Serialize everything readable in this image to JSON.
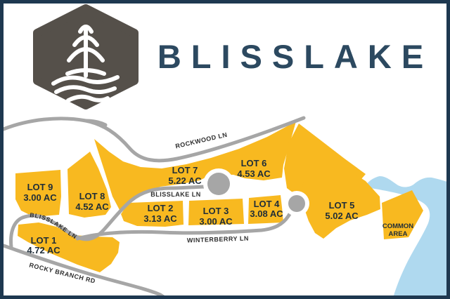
{
  "header": {
    "title": "BLISSLAKE"
  },
  "logo": {
    "name": "pine-tree-lake-hexagon-logo",
    "shape": "hexagon",
    "color": "#55504a"
  },
  "map": {
    "lots": [
      {
        "name": "LOT 1",
        "acreage": "4.72 AC"
      },
      {
        "name": "LOT 2",
        "acreage": "3.13 AC"
      },
      {
        "name": "LOT 3",
        "acreage": "3.00 AC"
      },
      {
        "name": "LOT 4",
        "acreage": "3.08 AC"
      },
      {
        "name": "LOT 5",
        "acreage": "5.02 AC"
      },
      {
        "name": "LOT 6",
        "acreage": "4.53 AC"
      },
      {
        "name": "LOT 7",
        "acreage": "5.22 AC"
      },
      {
        "name": "LOT 8",
        "acreage": "4.52 AC"
      },
      {
        "name": "LOT 9",
        "acreage": "3.00 AC"
      }
    ],
    "common_area": {
      "line1": "COMMON",
      "line2": "AREA"
    },
    "roads": {
      "rockwood": "ROCKWOOD LN",
      "blisslake": "BLISSLAKE LN",
      "blisslake_curved": "BLISSLAKE LN",
      "winterberry": "WINTERBERRY LN",
      "rocky_branch": "ROCKY BRANCH RD"
    },
    "colors": {
      "lot_fill": "#F8B920",
      "road": "#A6A6A6",
      "lake": "#AFD9EF",
      "frame_border": "#1E3850",
      "title_text": "#2C4960",
      "logo": "#55504A"
    }
  }
}
